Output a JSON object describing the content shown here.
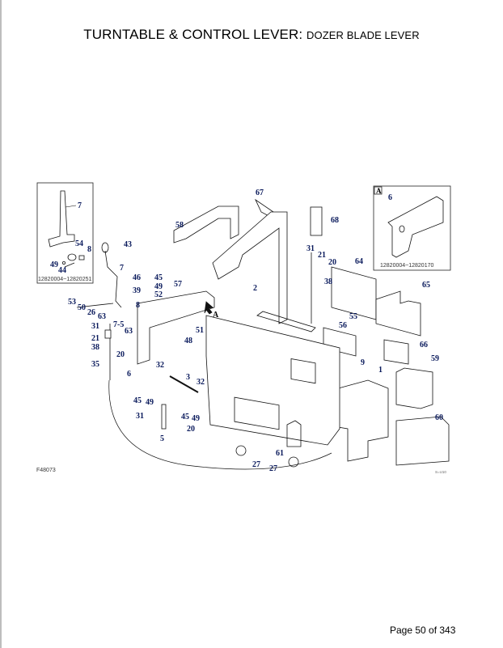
{
  "document": {
    "title_main": "TURNTABLE & CONTROL LEVER:",
    "title_sub": "DOZER BLADE LEVER",
    "figure_id": "F48073",
    "drawing_code": "S=U10",
    "page_label": "Page 50 of 343"
  },
  "insets": {
    "left": {
      "serial_range": "12820004~12820251",
      "part_labels": [
        "7",
        "54",
        "8",
        "49",
        "44"
      ]
    },
    "right": {
      "tag": "A",
      "serial_range": "12820004~12820170",
      "part_labels": [
        "6"
      ]
    }
  },
  "view_marker": {
    "arrow": "view-arrow",
    "label": "A"
  },
  "part_labels": {
    "p67": "67",
    "p68": "68",
    "p58": "58",
    "p31a": "31",
    "p21a": "21",
    "p20a": "20",
    "p38a": "38",
    "p2": "2",
    "p64": "64",
    "p65": "65",
    "p55": "55",
    "p56": "56",
    "p9": "9",
    "p66": "66",
    "p59": "59",
    "p1": "1",
    "p60": "60",
    "p43": "43",
    "p7": "7",
    "p46": "46",
    "p45a": "45",
    "p49a": "49",
    "p57": "57",
    "p39": "39",
    "p52": "52",
    "p53": "53",
    "p50": "50",
    "p26": "26",
    "p63a": "63",
    "p8": "8",
    "p75": "7-5",
    "p63b": "63",
    "p51": "51",
    "p48": "48",
    "p31b": "31",
    "p21b": "21",
    "p38b": "38",
    "p20b": "20",
    "p35": "35",
    "p6": "6",
    "p32a": "32",
    "p3": "3",
    "p32b": "32",
    "p45b": "45",
    "p49b": "49",
    "p45c": "45",
    "p49c": "49",
    "p31c": "31",
    "p20c": "20",
    "p5": "5",
    "p27a": "27",
    "p27b": "27",
    "p61": "61"
  }
}
